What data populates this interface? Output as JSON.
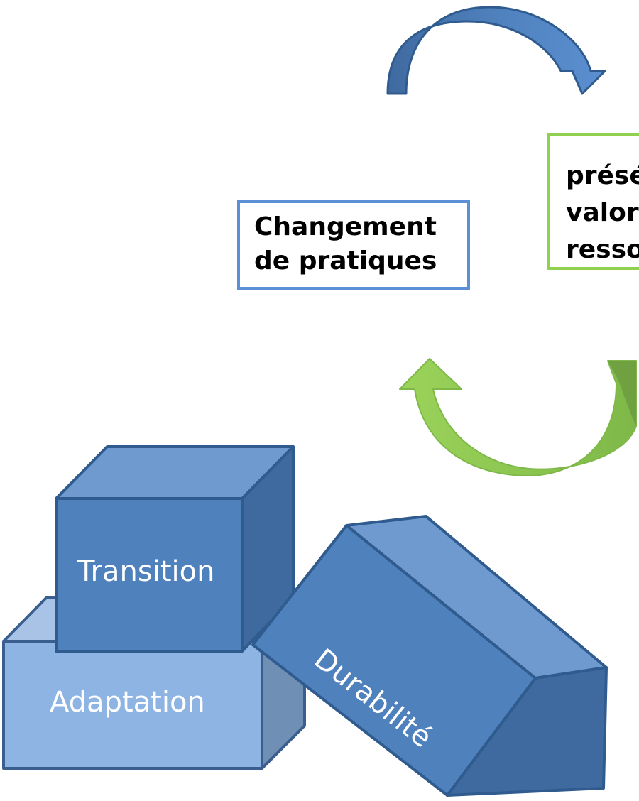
{
  "cycle": {
    "left_box": {
      "line1": "Changement",
      "line2": "de pratiques"
    },
    "right_box": {
      "line1": "présé",
      "line2": "valor",
      "line3": "resso"
    },
    "colors": {
      "blue_box_border": "#5b8fd6",
      "green_box_border": "#92d050",
      "blue_arrow": "#4f81bd",
      "green_arrow": "#92d050"
    }
  },
  "blocks": {
    "adaptation": "Adaptation",
    "transition": "Transition",
    "durabilite": "Durabilité"
  }
}
